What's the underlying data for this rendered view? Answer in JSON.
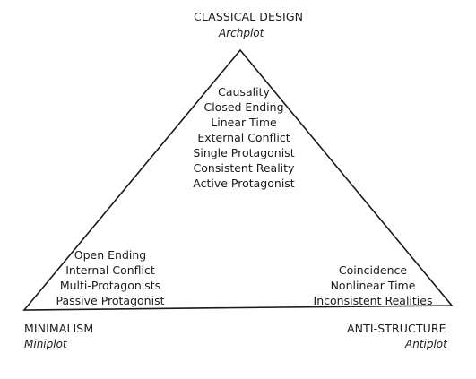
{
  "vertices": {
    "top": {
      "title": "CLASSICAL DESIGN",
      "subtitle": "Archplot"
    },
    "left": {
      "title": "MINIMALISM",
      "subtitle": "Miniplot"
    },
    "right": {
      "title": "ANTI-STRUCTURE",
      "subtitle": "Antiplot"
    }
  },
  "regions": {
    "top": [
      "Causality",
      "Closed Ending",
      "Linear Time",
      "External Conflict",
      "Single Protagonist",
      "Consistent Reality",
      "Active Protagonist"
    ],
    "left": [
      "Open Ending",
      "Internal Conflict",
      "Multi-Protagonists",
      "Passive Protagonist"
    ],
    "right": [
      "Coincidence",
      "Nonlinear Time",
      "Inconsistent Realities"
    ]
  },
  "colors": {
    "line": "#1a1a1a",
    "text": "#1a1a1a",
    "background": "#ffffff"
  }
}
